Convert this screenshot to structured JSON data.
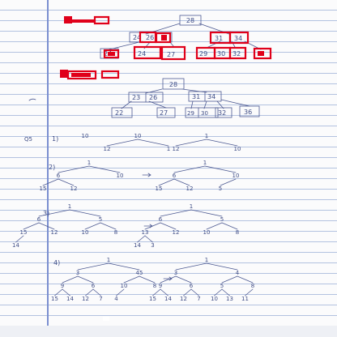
{
  "tree_1": {
    "root_key": "28",
    "internal_keys": [
      "24",
      "26",
      "31",
      "34"
    ],
    "leaf_keys": [
      "24",
      "27",
      "29",
      "30",
      "32"
    ]
  },
  "tree_2": {
    "root_key": "28",
    "internal_keys": [
      "23",
      "26",
      "31",
      "34"
    ],
    "leaf_keys": [
      "22",
      "27",
      "29",
      "30",
      "32",
      "36"
    ]
  },
  "exercises": {
    "question_label": "Q5",
    "items": [
      {
        "label": "1)",
        "steps": [
          {
            "nodes": [
              {
                "k": "10"
              }
            ]
          },
          {
            "nodes": [
              {
                "k": "10"
              },
              {
                "k": "12",
                "p": 0
              },
              {
                "k": "1",
                "p": 0
              }
            ]
          },
          {
            "nodes": [
              {
                "k": "1"
              },
              {
                "k": "12",
                "p": 0
              },
              {
                "k": "10",
                "p": 0
              }
            ]
          }
        ]
      },
      {
        "label": "2)",
        "steps": [
          {
            "nodes": [
              {
                "k": "1"
              },
              {
                "k": "6",
                "p": 0
              },
              {
                "k": "10",
                "p": 0
              },
              {
                "k": "15",
                "p": 1
              },
              {
                "k": "12",
                "p": 1
              }
            ]
          },
          {
            "nodes": [
              {
                "k": "1"
              },
              {
                "k": "6",
                "p": 0
              },
              {
                "k": "10",
                "p": 0
              },
              {
                "k": "15",
                "p": 1
              },
              {
                "k": "12",
                "p": 1
              },
              {
                "k": "5",
                "p": 2
              }
            ]
          }
        ]
      },
      {
        "label": "3)",
        "steps": [
          {
            "nodes": [
              {
                "k": "1"
              },
              {
                "k": "6",
                "p": 0
              },
              {
                "k": "5",
                "p": 0
              },
              {
                "k": "15",
                "p": 1
              },
              {
                "k": "12",
                "p": 1
              },
              {
                "k": "10",
                "p": 2
              },
              {
                "k": "8",
                "p": 2
              },
              {
                "k": "14",
                "p": 3
              }
            ]
          },
          {
            "nodes": [
              {
                "k": "1"
              },
              {
                "k": "6",
                "p": 0
              },
              {
                "k": "5",
                "p": 0
              },
              {
                "k": "13",
                "p": 1
              },
              {
                "k": "12",
                "p": 1
              },
              {
                "k": "10",
                "p": 2
              },
              {
                "k": "8",
                "p": 2
              },
              {
                "k": "14",
                "p": 3
              },
              {
                "k": "3",
                "p": 3
              }
            ]
          }
        ]
      },
      {
        "label": "4)",
        "steps": [
          {
            "nodes": [
              {
                "k": "1"
              },
              {
                "k": "3",
                "p": 0
              },
              {
                "k": "45",
                "p": 0
              },
              {
                "k": "9",
                "p": 1
              },
              {
                "k": "6",
                "p": 1
              },
              {
                "k": "10",
                "p": 2
              },
              {
                "k": "8",
                "p": 2
              },
              {
                "k": "15",
                "p": 3
              },
              {
                "k": "14",
                "p": 3
              },
              {
                "k": "12",
                "p": 4
              },
              {
                "k": "7",
                "p": 4
              },
              {
                "k": "4",
                "p": 5
              }
            ]
          },
          {
            "nodes": [
              {
                "k": "1"
              },
              {
                "k": "3",
                "p": 0
              },
              {
                "k": "4",
                "p": 0
              },
              {
                "k": "9",
                "p": 1
              },
              {
                "k": "6",
                "p": 1
              },
              {
                "k": "5",
                "p": 2
              },
              {
                "k": "8",
                "p": 2
              },
              {
                "k": "15",
                "p": 3
              },
              {
                "k": "14",
                "p": 3
              },
              {
                "k": "12",
                "p": 4
              },
              {
                "k": "7",
                "p": 4
              },
              {
                "k": "10",
                "p": 5
              },
              {
                "k": "13",
                "p": 5
              },
              {
                "k": "11",
                "p": 6
              }
            ]
          }
        ]
      }
    ]
  },
  "colors": {
    "ink": "#3f4d86",
    "highlight": "#e0001a",
    "rule": "#b3c2e0",
    "margin": "#7b8fd0"
  }
}
